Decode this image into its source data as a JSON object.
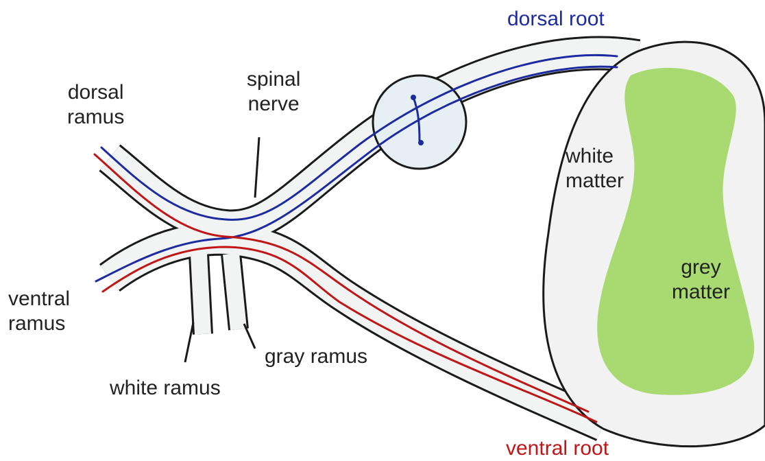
{
  "labels": {
    "dorsal_root": "dorsal root",
    "ventral_root": "ventral root",
    "dorsal_ramus": [
      "dorsal",
      "ramus"
    ],
    "spinal_nerve": [
      "spinal",
      "nerve"
    ],
    "ventral_ramus": [
      "ventral",
      "ramus"
    ],
    "white_ramus": "white ramus",
    "gray_ramus": "gray ramus",
    "white_matter": [
      "white",
      "matter"
    ],
    "grey_matter": [
      "grey",
      "matter"
    ]
  },
  "colors": {
    "sensory_fiber": "#1c2ba0",
    "motor_fiber": "#c01616",
    "white_matter_fill": "#f2f2f2",
    "grey_matter_fill": "#9bd65a",
    "ganglion_fill": "#e6f0f4",
    "nerve_fill": "#f2f4f4",
    "outline": "#1a1a1a"
  }
}
